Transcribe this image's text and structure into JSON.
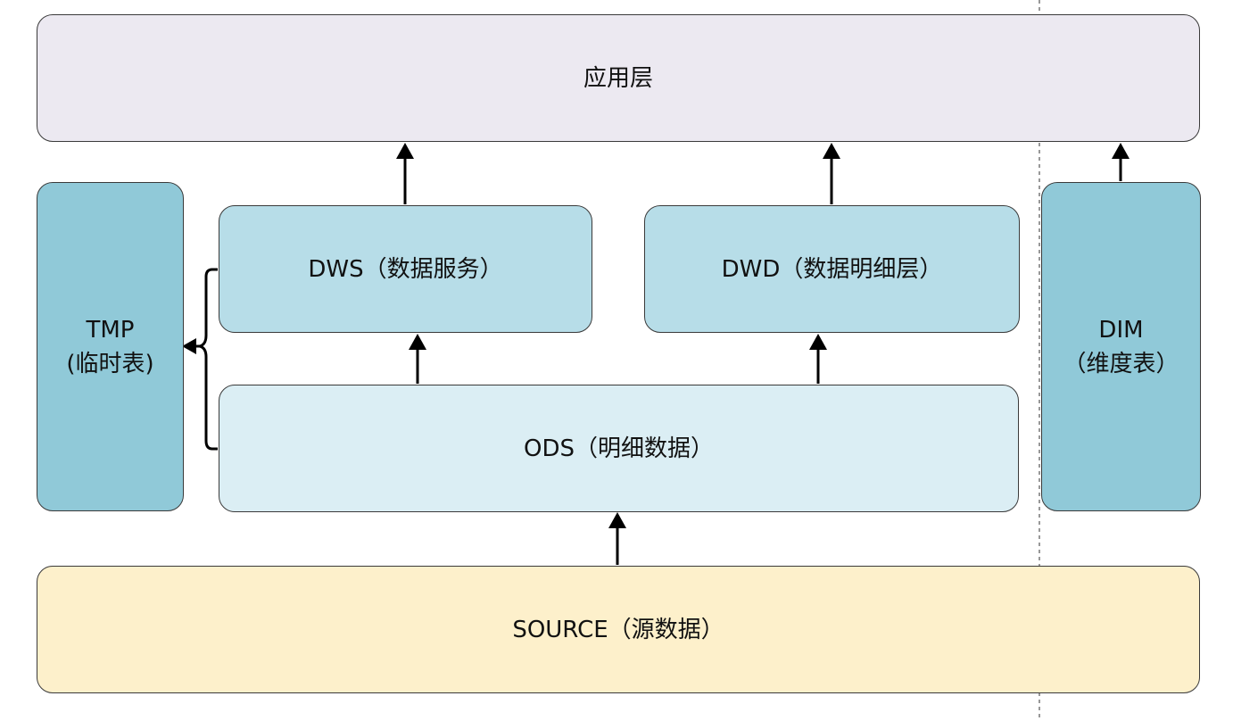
{
  "layers": {
    "app": {
      "label": "应用层"
    },
    "tmp": {
      "label_line1": "TMP",
      "label_line2": "(临时表)"
    },
    "dws": {
      "label": "DWS（数据服务）"
    },
    "dwd": {
      "label": "DWD（数据明细层）"
    },
    "dim": {
      "label_line1": "DIM",
      "label_line2": "（维度表）"
    },
    "ods": {
      "label": "ODS（明细数据）"
    },
    "source": {
      "label": "SOURCE（源数据）"
    }
  },
  "colors": {
    "app_fill": "#ece9f1",
    "tmp_dim_fill": "#90c9d8",
    "dws_dwd_fill": "#b7dde8",
    "ods_fill": "#dbeef4",
    "source_fill": "#fdf0cb",
    "line": "#000000"
  }
}
